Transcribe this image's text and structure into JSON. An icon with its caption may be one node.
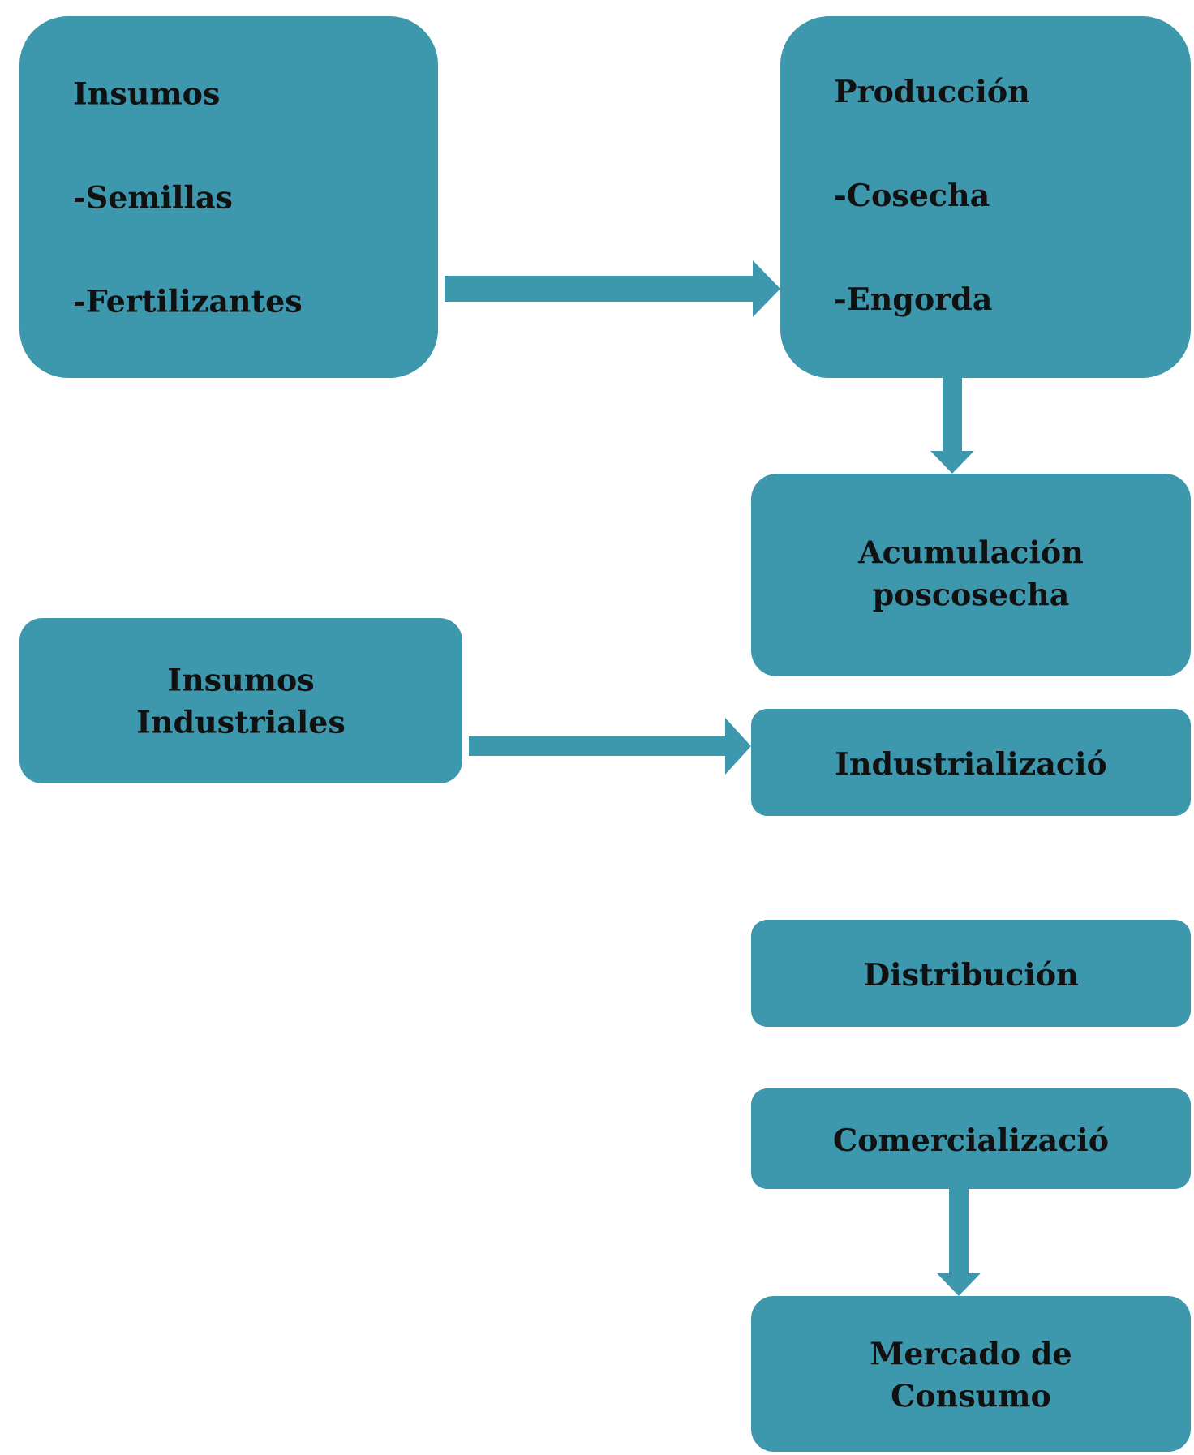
{
  "diagram": {
    "nodes": [
      {
        "text": [
          "Insumos",
          "-Semillas",
          "-Fertilizantes"
        ]
      },
      {
        "text": [
          "Producción",
          "-Cosecha",
          "-Engorda"
        ]
      },
      {
        "text": [
          "Acumulación poscosecha"
        ]
      },
      {
        "text": [
          "Insumos Industriales"
        ]
      },
      {
        "text": [
          "Industrializació"
        ]
      },
      {
        "text": [
          "Distribución"
        ]
      },
      {
        "text": [
          "Comercializació"
        ]
      },
      {
        "text": [
          "Mercado de Consumo"
        ]
      }
    ],
    "edges": [
      {
        "from": 0,
        "to": 1,
        "arrow": "to"
      },
      {
        "from": 1,
        "to": 2,
        "arrow": "to"
      },
      {
        "from": 3,
        "to": 4,
        "arrow": "to"
      },
      {
        "from": 6,
        "to": 7,
        "arrow": "to"
      }
    ]
  }
}
